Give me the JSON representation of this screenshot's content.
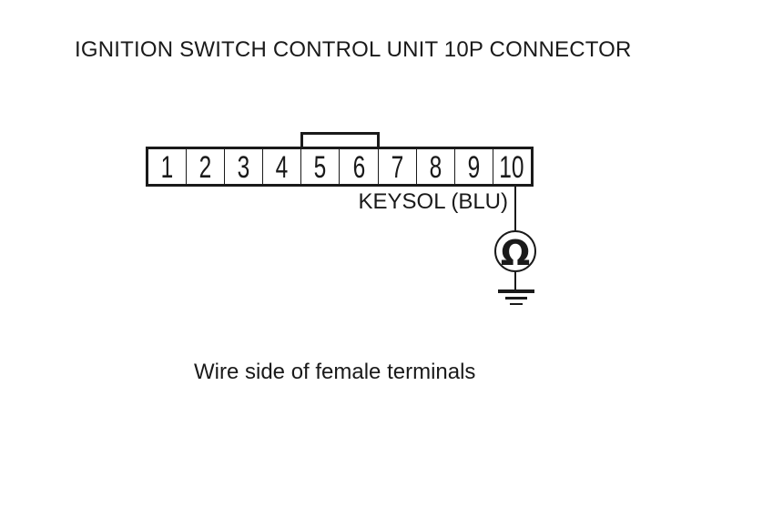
{
  "title": "IGNITION SWITCH CONTROL UNIT 10P CONNECTOR",
  "connector": {
    "name": "ignition-switch-control-unit-10p-connector",
    "pin_count": 10,
    "pins": [
      "1",
      "2",
      "3",
      "4",
      "5",
      "6",
      "7",
      "8",
      "9",
      "10"
    ],
    "key_tab_over_pins": "5-6"
  },
  "wire": {
    "from_pin": "10",
    "label": "KEYSOL (BLU)"
  },
  "meter": {
    "symbol": "Ω",
    "name": "ohmmeter",
    "connected_to": "ground"
  },
  "caption": "Wire side of female terminals",
  "colors": {
    "ink": "#1a1a1a",
    "background": "#ffffff"
  }
}
